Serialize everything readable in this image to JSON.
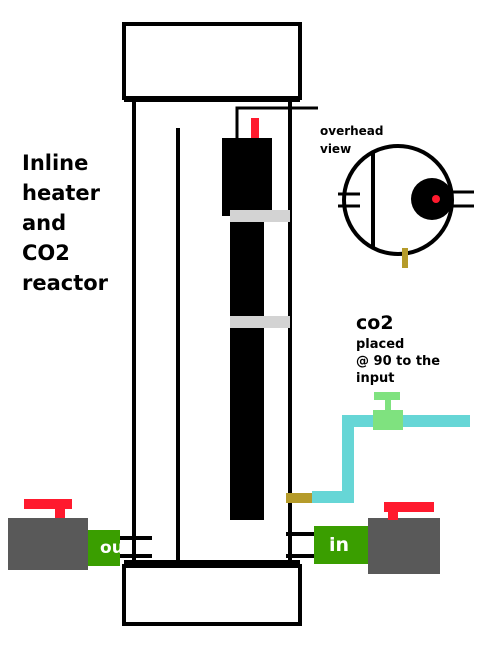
{
  "title": "Inline\nheater\nand\nCO2\nreactor",
  "overhead_label": "overhead\nview",
  "co2_label": "co2",
  "co2_note": "placed\n@ 90 to the\ninput",
  "outlet_label": "out",
  "inlet_label": "in",
  "colors": {
    "valve_handle": "#ff1a2e",
    "valve_body": "#595959",
    "coupling": "#3a9e00",
    "co2_line": "#66d6d6",
    "co2_valve": "#7fe27f",
    "nozzle": "#b59b2a",
    "heater": "#000000",
    "clip": "#d3d3d3",
    "indicator": "#ff1a2e"
  }
}
